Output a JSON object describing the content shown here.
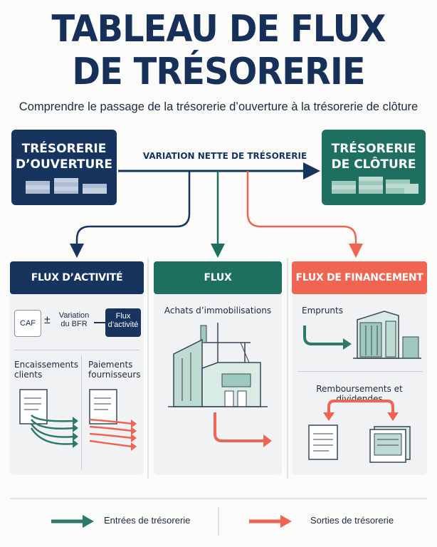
{
  "header": {
    "title_line1": "TABLEAU DE FLUX",
    "title_line2": "DE TRÉSORERIE",
    "subtitle": "Comprendre le passage de la trésorerie d’ouverture à la trésorerie de clôture"
  },
  "opening": {
    "line1": "TRÉSORERIE",
    "line2": "D’OUVERTURE"
  },
  "closing": {
    "line1": "TRÉSORERIE",
    "line2": "DE CLÔTURE"
  },
  "variation_label": "VARIATION NETTE DE TRÉSORERIE",
  "activity": {
    "title": "FLUX D’ACTIVITÉ",
    "caf": "CAF",
    "plusminus": "±",
    "bfr_line1": "Variation",
    "bfr_line2": "du BFR",
    "result_line1": "Flux",
    "result_line2": "d’activité",
    "receipts_line1": "Encaissements",
    "receipts_line2": "clients",
    "payments_line1": "Paiements",
    "payments_line2": "fournisseurs"
  },
  "investment": {
    "title": "FLUX D’INVESTISSEMENT",
    "caption": "Achats d’immobilisations"
  },
  "financing": {
    "title": "FLUX DE FINANCEMENT",
    "borrowings": "Emprunts",
    "repayments": "Remboursements et dividendes"
  },
  "legend": {
    "inflows": "Entrées de trésorerie",
    "outflows": "Sorties de trésorerie"
  },
  "colors": {
    "navy": "#17345f",
    "teal": "#1f6f60",
    "coral": "#ef6552",
    "inflow": "#2c7a68",
    "outflow": "#ef6552"
  }
}
